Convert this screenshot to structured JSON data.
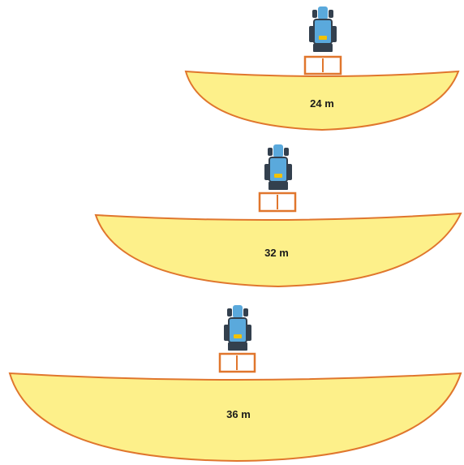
{
  "colors": {
    "spread_fill": "#fdf08a",
    "spread_outline": "#e0762d",
    "spreader_box": "#e0762d",
    "tractor_body": "#5aa9dc",
    "tractor_dark": "#33404e",
    "tractor_accent": "#f2c200"
  },
  "patterns": [
    {
      "label": "24 m",
      "width_m": 24
    },
    {
      "label": "32 m",
      "width_m": 32
    },
    {
      "label": "36 m",
      "width_m": 36
    }
  ]
}
